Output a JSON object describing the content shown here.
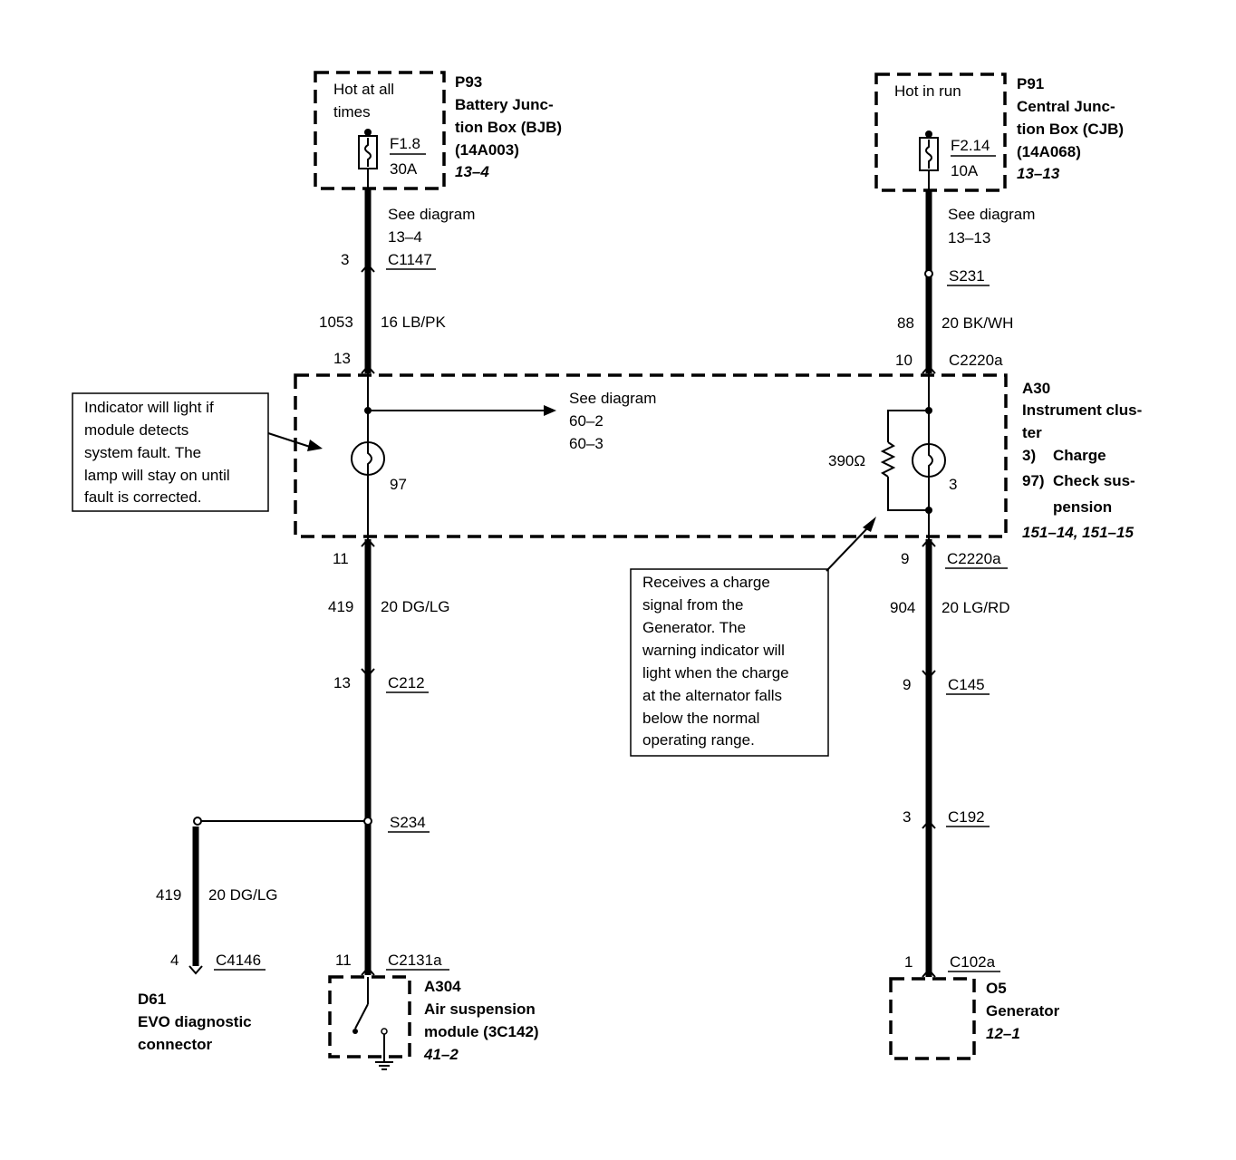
{
  "bjb": {
    "status": [
      "Hot at all",
      "times"
    ],
    "fuse_id": "F1.8",
    "fuse_amps": "30A",
    "id": "P93",
    "name": [
      "Battery Junc-",
      "tion Box (BJB)",
      "(14A003)"
    ],
    "ref": "13–4",
    "see": [
      "See diagram",
      "13–4"
    ]
  },
  "cjb": {
    "status": "Hot in run",
    "fuse_id": "F2.14",
    "fuse_amps": "10A",
    "id": "P91",
    "name": [
      "Central Junc-",
      "tion Box (CJB)",
      "(14A068)"
    ],
    "ref": "13–13",
    "see": [
      "See diagram",
      "13–13"
    ]
  },
  "left_circuit": {
    "c1147_pin": "3",
    "c1147": "C1147",
    "wire_top_num": "1053",
    "wire_top_color": "16 LB/PK",
    "c2220a_in_pin": "13",
    "see": [
      "See diagram",
      "60–2",
      "60–3"
    ],
    "lamp": "97",
    "c2220a_out_pin": "11",
    "wire_mid_num": "419",
    "wire_mid_color": "20 DG/LG",
    "c212_pin": "13",
    "c212": "C212",
    "s234": "S234",
    "c2131a_pin": "11",
    "c2131a": "C2131a"
  },
  "right_circuit": {
    "s231": "S231",
    "wire_top_num": "88",
    "wire_top_color": "20 BK/WH",
    "c2220a_in_pin": "10",
    "c2220a_in": "C2220a",
    "resistor": "390Ω",
    "lamp": "3",
    "c2220a_out_pin": "9",
    "c2220a_out": "C2220a",
    "wire_mid_num": "904",
    "wire_mid_color": "20 LG/RD",
    "c145_pin": "9",
    "c145": "C145",
    "c192_pin": "3",
    "c192": "C192",
    "c102a_pin": "1",
    "c102a": "C102a"
  },
  "branch": {
    "wire_num": "419",
    "wire_color": "20 DG/LG",
    "c4146_pin": "4",
    "c4146": "C4146"
  },
  "cluster": {
    "id": "A30",
    "name": [
      "Instrument clus-",
      "ter"
    ],
    "items": [
      {
        "num": "3)",
        "label": "Charge"
      },
      {
        "num": "97)",
        "label": [
          "Check sus-",
          "pension"
        ]
      }
    ],
    "refs": "151–14, 151–15"
  },
  "d61": {
    "id": "D61",
    "name": [
      "EVO diagnostic",
      "connector"
    ]
  },
  "a304": {
    "id": "A304",
    "name": [
      "Air suspension",
      "module (3C142)"
    ],
    "ref": "41–2"
  },
  "o5": {
    "id": "O5",
    "name": "Generator",
    "ref": "12–1"
  },
  "notes": {
    "indicator": [
      "Indicator will light if",
      "module detects",
      "system fault.  The",
      "lamp will stay on until",
      "fault is corrected."
    ],
    "charge": [
      "Receives a charge",
      "signal from the",
      "Generator.  The",
      "warning indicator will",
      "light when the charge",
      "at the alternator falls",
      "below the normal",
      "operating range."
    ]
  }
}
